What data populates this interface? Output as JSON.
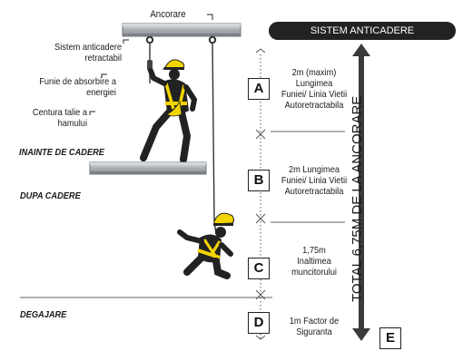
{
  "header": {
    "anchor_label": "Ancorare",
    "banner": "SISTEM ANTICADERE"
  },
  "equipment_labels": {
    "retractable_line1": "Sistem anticadere",
    "retractable_line2": "retractabil",
    "absorber": "Funie de absorbire a energiei",
    "harness": "Centura talie a hamului"
  },
  "phases": {
    "before": "INAINTE DE CADERE",
    "after": "DUPA CADERE",
    "clearance": "DEGAJARE"
  },
  "segments": [
    {
      "letter": "A",
      "line1": "2m  (maxim)",
      "line2": "Lungimea",
      "line3": "Funiei/ Linia Vietii",
      "line4": "Autoretractabila"
    },
    {
      "letter": "B",
      "line1": "2m Lungimea",
      "line2": "Funiei/ Linia Vietii",
      "line3": "Autoretractabila"
    },
    {
      "letter": "C",
      "line1": "1,75m",
      "line2": "Inaltimea",
      "line3": "muncitorului"
    },
    {
      "letter": "D",
      "line1": "1m Factor de",
      "line2": "Siguranta"
    }
  ],
  "total": {
    "label": "TOTAL 6,75M DE LA ANCORARE",
    "letter": "E"
  },
  "colors": {
    "ink": "#222222",
    "helmet": "#f2d400",
    "beam": "#b8bcc0",
    "banner": "#222222"
  }
}
